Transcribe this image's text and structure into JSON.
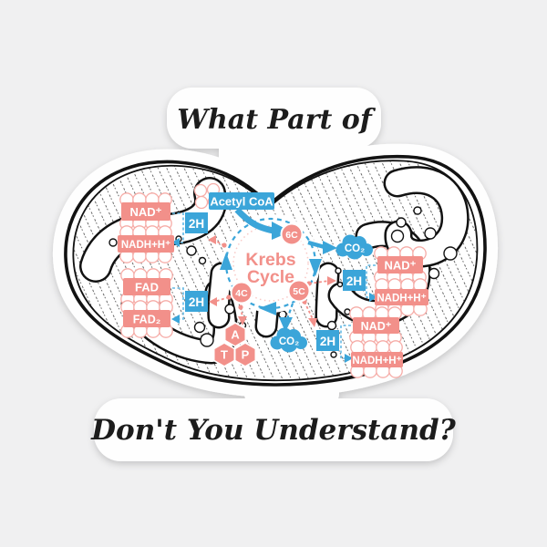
{
  "sticker": {
    "top_text": "What Part of",
    "bottom_text": "Don't You Understand?"
  },
  "diagram": {
    "title_line1": "Krebs",
    "title_line2": "Cycle",
    "acetyl_coa": "Acetyl CoA",
    "nodes": {
      "six_c": "6C",
      "five_c": "5C",
      "four_c": "4C"
    },
    "carriers": {
      "nad_left": "NAD⁺",
      "nadh_left": "NADH+H⁺",
      "fad": "FAD",
      "fad2": "FAD₂",
      "nad_right": "NAD⁺",
      "nadh_right": "NADH+H⁺",
      "nad_bottom_right": "NAD⁺",
      "nadh_bottom_right": "NADH+H⁺",
      "h2": "2H"
    },
    "molecules": {
      "co2": "CO₂",
      "atp": [
        "A",
        "T",
        "P"
      ]
    }
  },
  "colors": {
    "pink": "#F2908A",
    "blue": "#3BA5D9",
    "ink": "#161616",
    "background": "#F0F0F1",
    "sticker_white": "#FEFEFE"
  }
}
